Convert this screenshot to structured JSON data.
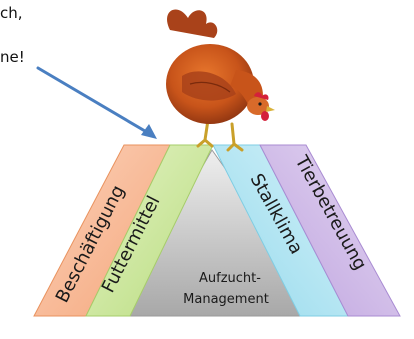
{
  "caption": {
    "line1": "ch,",
    "line2": "ne!"
  },
  "pillars": [
    {
      "label": "Beschäftigung",
      "color": "#f5b08c"
    },
    {
      "label": "Futtermittel",
      "color": "#c9e39c"
    },
    {
      "label": "Stallklima",
      "color": "#a9e3f0"
    },
    {
      "label": "Tierbetreuung",
      "color": "#cdb6e6"
    }
  ],
  "center": {
    "line1": "Aufzucht-",
    "line2": "Management",
    "color": "#c8c8c8"
  },
  "arrow_color": "#4a7fc1",
  "hen_icon": "hen-icon"
}
